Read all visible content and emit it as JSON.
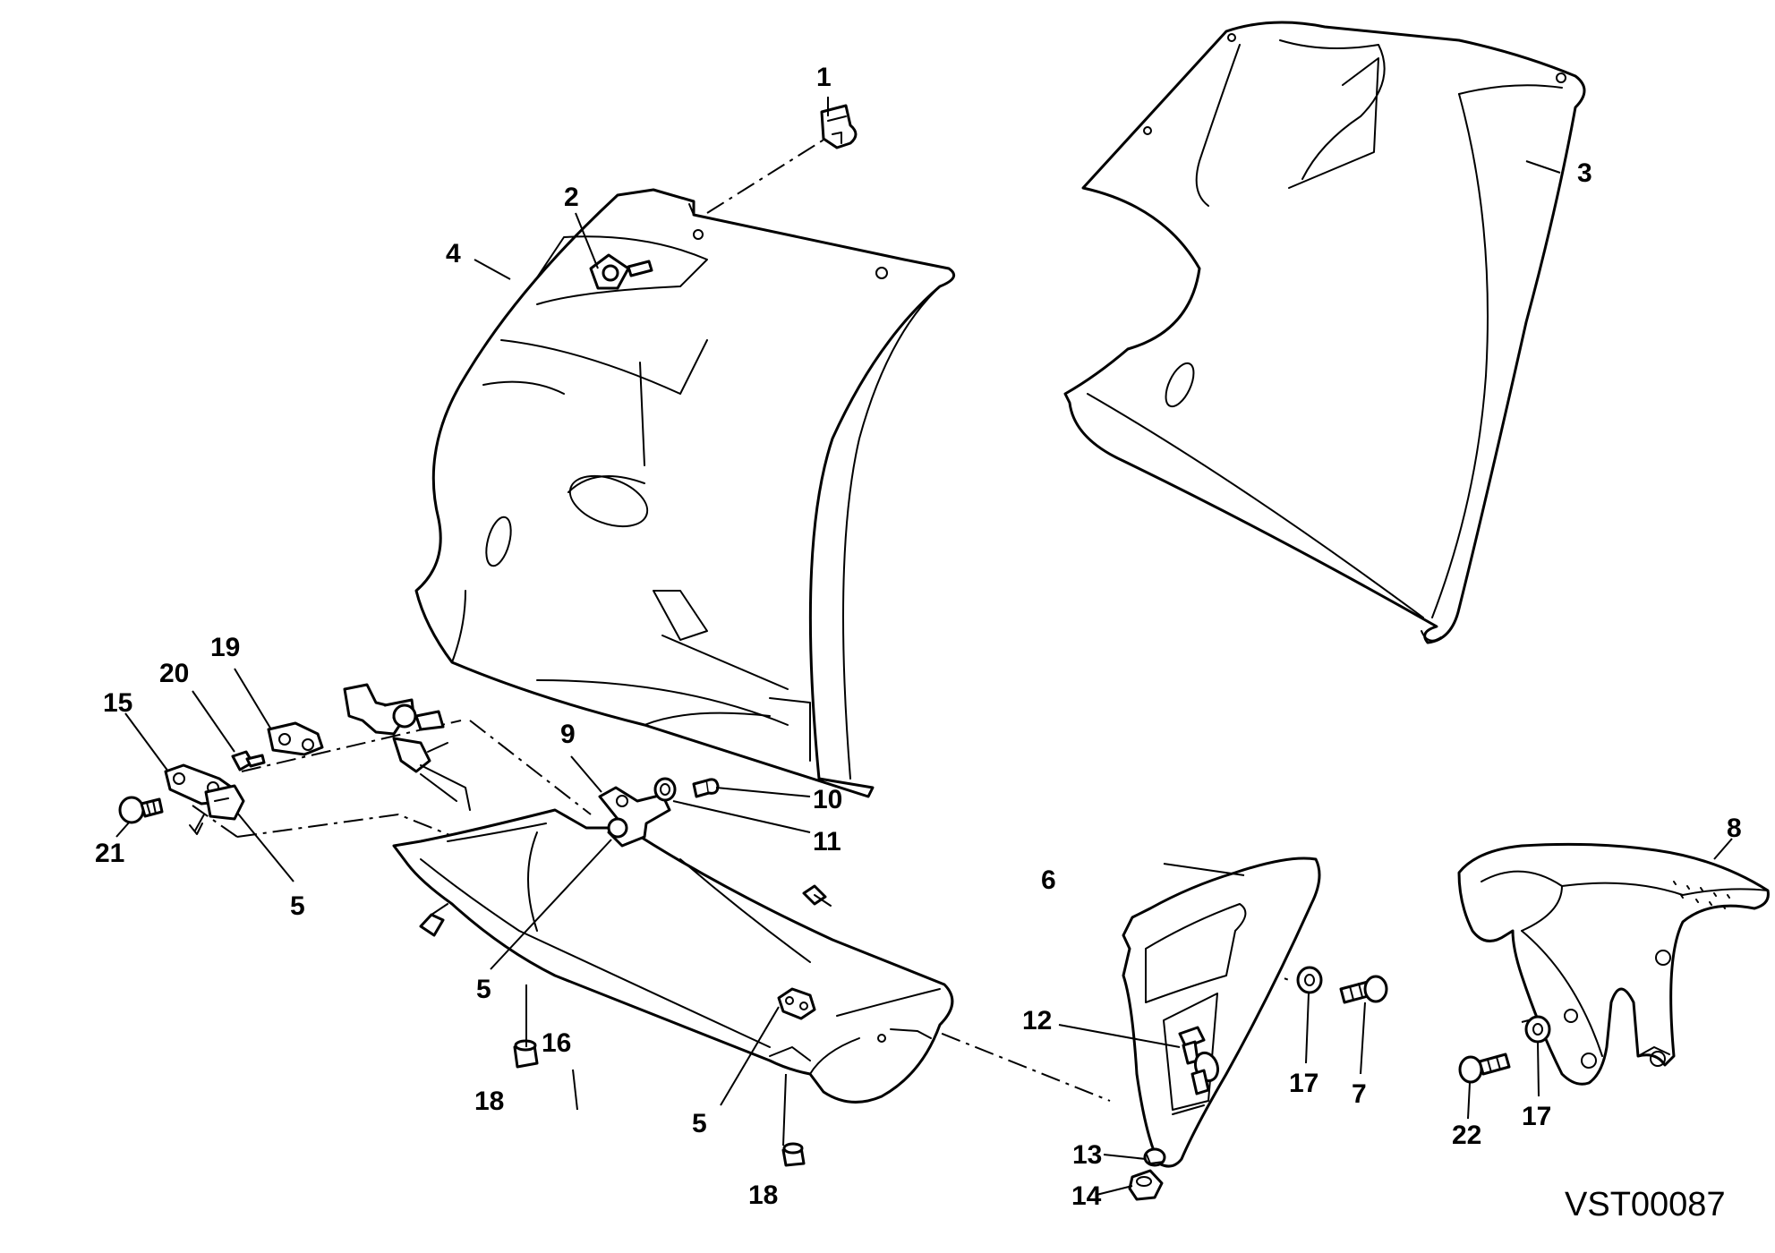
{
  "callouts": {
    "c1": "1",
    "c2": "2",
    "c3": "3",
    "c4": "4",
    "c5a": "5",
    "c5b": "5",
    "c5c": "5",
    "c6": "6",
    "c7": "7",
    "c8": "8",
    "c9": "9",
    "c10": "10",
    "c11": "11",
    "c12": "12",
    "c13": "13",
    "c14": "14",
    "c15": "15",
    "c16": "16",
    "c17a": "17",
    "c17b": "17",
    "c18a": "18",
    "c18b": "18",
    "c19": "19",
    "c20": "20",
    "c21": "21",
    "c22": "22"
  },
  "doc_id": "VST00087",
  "colors": {
    "line": "#000000",
    "background": "#ffffff"
  }
}
